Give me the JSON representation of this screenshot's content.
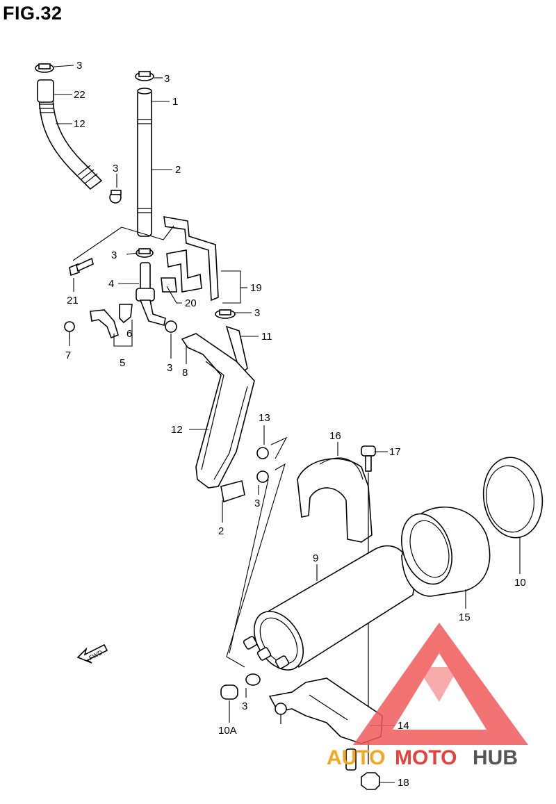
{
  "figure": {
    "title": "FIG.32"
  },
  "callouts": {
    "c3a": "3",
    "c22": "22",
    "c12a": "12",
    "c3b": "3",
    "c1": "1",
    "c2a": "2",
    "c3c": "3",
    "c3d": "3",
    "c4": "4",
    "c21": "21",
    "c19": "19",
    "c20": "20",
    "c3e": "3",
    "c11": "11",
    "c6": "6",
    "c5": "5",
    "c7": "7",
    "c3f": "3",
    "c8": "8",
    "c12b": "12",
    "c13": "13",
    "c3g": "3",
    "c2b": "2",
    "c16": "16",
    "c17": "17",
    "c9": "9",
    "c10": "10",
    "c15": "15",
    "c3h": "3",
    "c10a": "10A",
    "c14": "14",
    "c18": "18"
  },
  "fwd_arrow": {
    "label": "FWD",
    "icon": "forward-arrow-icon"
  },
  "watermark": {
    "text_orange": "AUTO",
    "text_red": "MOTO",
    "text_gray": "HUB",
    "colors": {
      "triangle": "#f05a5a",
      "orange": "#f5a623",
      "red": "#e8413b",
      "gray": "#555555"
    }
  }
}
